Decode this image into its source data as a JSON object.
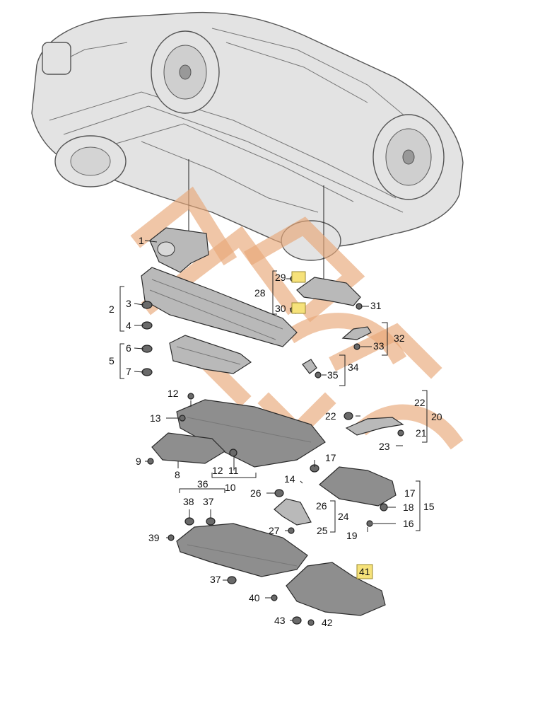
{
  "diagram": {
    "highlight_color": "#f6e27a",
    "watermark_color": "#e8a878",
    "labels": [
      {
        "id": "l1",
        "text": "1"
      },
      {
        "id": "l2",
        "text": "2"
      },
      {
        "id": "l3",
        "text": "3"
      },
      {
        "id": "l4",
        "text": "4"
      },
      {
        "id": "l5",
        "text": "5"
      },
      {
        "id": "l6",
        "text": "6"
      },
      {
        "id": "l7",
        "text": "7"
      },
      {
        "id": "l8",
        "text": "8"
      },
      {
        "id": "l9",
        "text": "9"
      },
      {
        "id": "l10",
        "text": "10"
      },
      {
        "id": "l11",
        "text": "11"
      },
      {
        "id": "l12a",
        "text": "12"
      },
      {
        "id": "l12b",
        "text": "12"
      },
      {
        "id": "l13",
        "text": "13"
      },
      {
        "id": "l14",
        "text": "14"
      },
      {
        "id": "l15",
        "text": "15"
      },
      {
        "id": "l16",
        "text": "16"
      },
      {
        "id": "l17a",
        "text": "17"
      },
      {
        "id": "l17b",
        "text": "17"
      },
      {
        "id": "l18",
        "text": "18"
      },
      {
        "id": "l19",
        "text": "19"
      },
      {
        "id": "l20",
        "text": "20"
      },
      {
        "id": "l21",
        "text": "21"
      },
      {
        "id": "l22a",
        "text": "22"
      },
      {
        "id": "l22b",
        "text": "22"
      },
      {
        "id": "l23",
        "text": "23"
      },
      {
        "id": "l24",
        "text": "24"
      },
      {
        "id": "l25",
        "text": "25"
      },
      {
        "id": "l26a",
        "text": "26"
      },
      {
        "id": "l26b",
        "text": "26"
      },
      {
        "id": "l27",
        "text": "27"
      },
      {
        "id": "l28",
        "text": "28"
      },
      {
        "id": "l29",
        "text": "29"
      },
      {
        "id": "l30",
        "text": "30"
      },
      {
        "id": "l31",
        "text": "31"
      },
      {
        "id": "l32",
        "text": "32"
      },
      {
        "id": "l33",
        "text": "33"
      },
      {
        "id": "l34",
        "text": "34"
      },
      {
        "id": "l35",
        "text": "35"
      },
      {
        "id": "l36",
        "text": "36"
      },
      {
        "id": "l37a",
        "text": "37"
      },
      {
        "id": "l37b",
        "text": "37"
      },
      {
        "id": "l38",
        "text": "38"
      },
      {
        "id": "l39",
        "text": "39"
      },
      {
        "id": "l40",
        "text": "40"
      },
      {
        "id": "l41",
        "text": "41"
      },
      {
        "id": "l42",
        "text": "42"
      },
      {
        "id": "l43",
        "text": "43"
      }
    ]
  }
}
